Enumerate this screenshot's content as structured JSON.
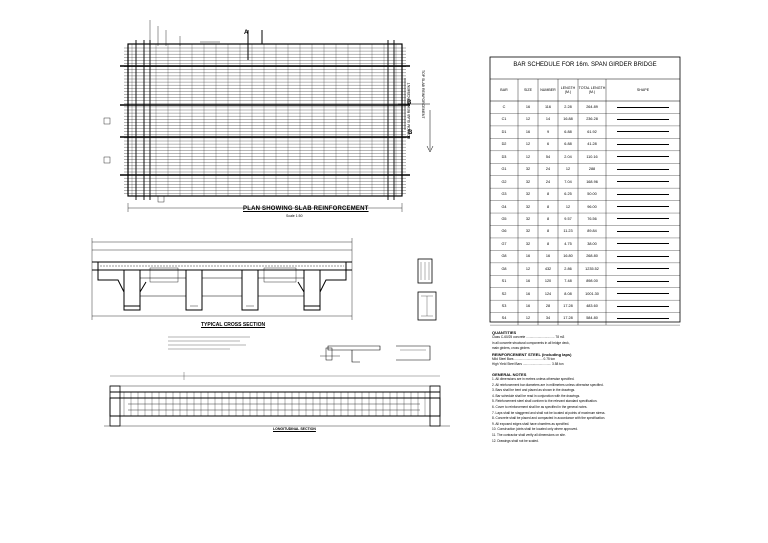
{
  "drawing": {
    "plan_title": "PLAN SHOWING SLAB REINFORCEMENT",
    "plan_scale": "Scale 1:50",
    "cross_section_title": "TYPICAL CROSS SECTION",
    "longitudinal_title": "LONGITUDINAL SECTION",
    "bottom_slab_note": "BOTTOM SLAB REINFORCEMENT",
    "top_slab_note": "TOP SLAB REINFORCEMENT",
    "section_markers": [
      "A",
      "B",
      "B"
    ]
  },
  "schedule": {
    "title": "BAR SCHEDULE FOR 16m. SPAN GIRDER BRIDGE",
    "headers": [
      "BAR",
      "SIZE",
      "NUMBER",
      "LENGTH (M.)",
      "TOTAL LENGTH (M.)",
      "SHAPE"
    ],
    "rows": [
      [
        "C",
        "16",
        "116",
        "2.28",
        "264.89",
        ""
      ],
      [
        "C1",
        "12",
        "14",
        "16.88",
        "236.28",
        ""
      ],
      [
        "D1",
        "16",
        "9",
        "6.88",
        "61.92",
        ""
      ],
      [
        "D2",
        "12",
        "6",
        "6.88",
        "41.28",
        ""
      ],
      [
        "D3",
        "12",
        "54",
        "2.04",
        "110.16",
        ""
      ],
      [
        "G1",
        "32",
        "24",
        "12",
        "288",
        ""
      ],
      [
        "G2",
        "32",
        "24",
        "7.04",
        "168.96",
        ""
      ],
      [
        "G3",
        "32",
        "8",
        "6.25",
        "50.00",
        ""
      ],
      [
        "G4",
        "32",
        "8",
        "12",
        "96.00",
        ""
      ],
      [
        "G5",
        "32",
        "8",
        "9.57",
        "76.56",
        ""
      ],
      [
        "G6",
        "32",
        "8",
        "11.23",
        "89.84",
        ""
      ],
      [
        "G7",
        "32",
        "8",
        "4.75",
        "38.00",
        ""
      ],
      [
        "G8",
        "16",
        "16",
        "16.80",
        "268.80",
        ""
      ],
      [
        "G8",
        "12",
        "432",
        "2.86",
        "1235.52",
        ""
      ],
      [
        "S1",
        "16",
        "120",
        "7.48",
        "898.00",
        ""
      ],
      [
        "S2",
        "16",
        "124",
        "8.08",
        "1001.30",
        ""
      ],
      [
        "S3",
        "16",
        "28",
        "17.28",
        "483.60",
        ""
      ],
      [
        "S4",
        "12",
        "34",
        "17.28",
        "584.80",
        ""
      ]
    ]
  },
  "notes": {
    "quantities_heading": "QUANTITIES",
    "concrete_line": "Class C-60/25 concrete ................................ 78 m3",
    "concrete_sub1": "in all concrete structural components in all bridge deck,",
    "concrete_sub2": "main girders, cross girders",
    "steel_heading": "REINFORCEMENT STEEL (including laps)",
    "mild_steel": "Mild Steel Bars ................................ 0.75 ton",
    "high_yield": "High Yield Steel Bars ................................ 3.58 ton",
    "general_heading": "GENERAL NOTES",
    "general_lines": [
      "1. All dimensions are in metres unless otherwise specified.",
      "2. All reinforcement bar diameters are in millimetres unless otherwise specified.",
      "3. Bars shall be bent and placed as shown in the drawings.",
      "4. Bar schedule shall be read in conjunction with the drawings.",
      "5. Reinforcement steel shall conform to the relevant standard specification.",
      "6. Cover to reinforcement shall be as specified in the general notes.",
      "7. Laps shall be staggered and shall not be located at points of maximum stress.",
      "8. Concrete shall be placed and compacted in accordance with the specification.",
      "9. All exposed edges shall have chamfers as specified.",
      "10. Construction joints shall be located only where approved.",
      "11. The contractor shall verify all dimensions on site.",
      "12. Drawings shall not be scaled."
    ]
  }
}
